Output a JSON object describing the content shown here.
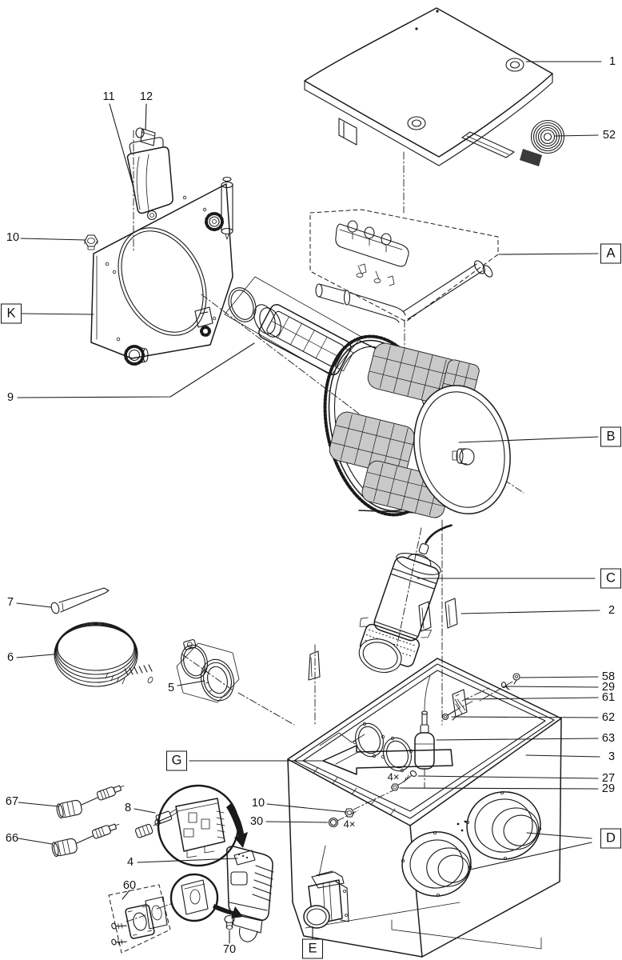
{
  "diagram": {
    "kind": "exploded-parts-diagram"
  },
  "callouts": {
    "p1": "1",
    "p2": "2",
    "p3": "3",
    "p4": "4",
    "p5": "5",
    "p6": "6",
    "p7": "7",
    "p8": "8",
    "p9": "9",
    "p10_plate": "10",
    "p10_tank": "10",
    "p11": "11",
    "p12": "12",
    "p27": "27",
    "p29_rim": "29",
    "p29_tank": "29",
    "p30": "30",
    "p52": "52",
    "p58": "58",
    "p60": "60",
    "p61": "61",
    "p62": "62",
    "p63": "63",
    "p66": "66",
    "p67": "67",
    "p70": "70"
  },
  "ref_boxes": {
    "A": "A",
    "B": "B",
    "C": "C",
    "D": "D",
    "E": "E",
    "G": "G",
    "K": "K"
  },
  "quantity_notes": {
    "screws_27": "4×",
    "grommets_30": "4×"
  },
  "colors": {
    "line": "#1a1a1a",
    "mesh_fill": "#c9c9c9",
    "tape_fill": "#3a3a3a",
    "background": "#ffffff"
  }
}
